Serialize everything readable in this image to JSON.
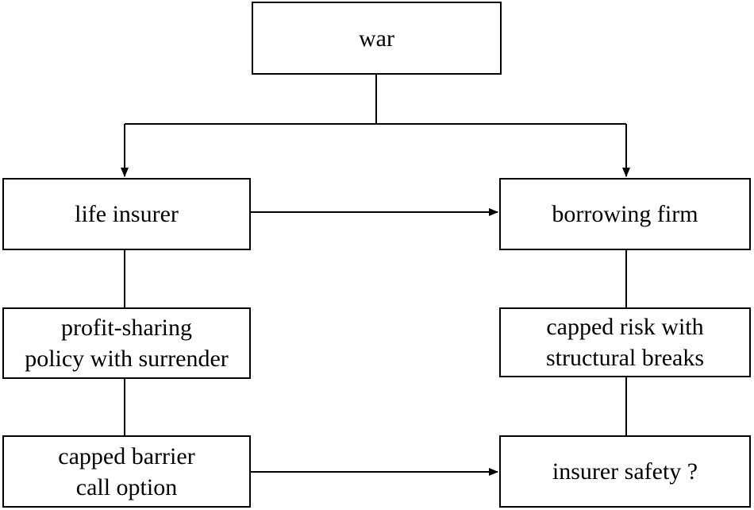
{
  "nodes": {
    "war": "war",
    "life_insurer": "life insurer",
    "borrowing_firm": "borrowing firm",
    "profit_sharing": "profit-sharing\npolicy with surrender",
    "capped_risk": "capped risk with\nstructural breaks",
    "capped_barrier": "capped barrier\ncall option",
    "insurer_safety": "insurer safety ?"
  },
  "colors": {
    "line": "#000000",
    "box_fill": "#ffffff"
  }
}
